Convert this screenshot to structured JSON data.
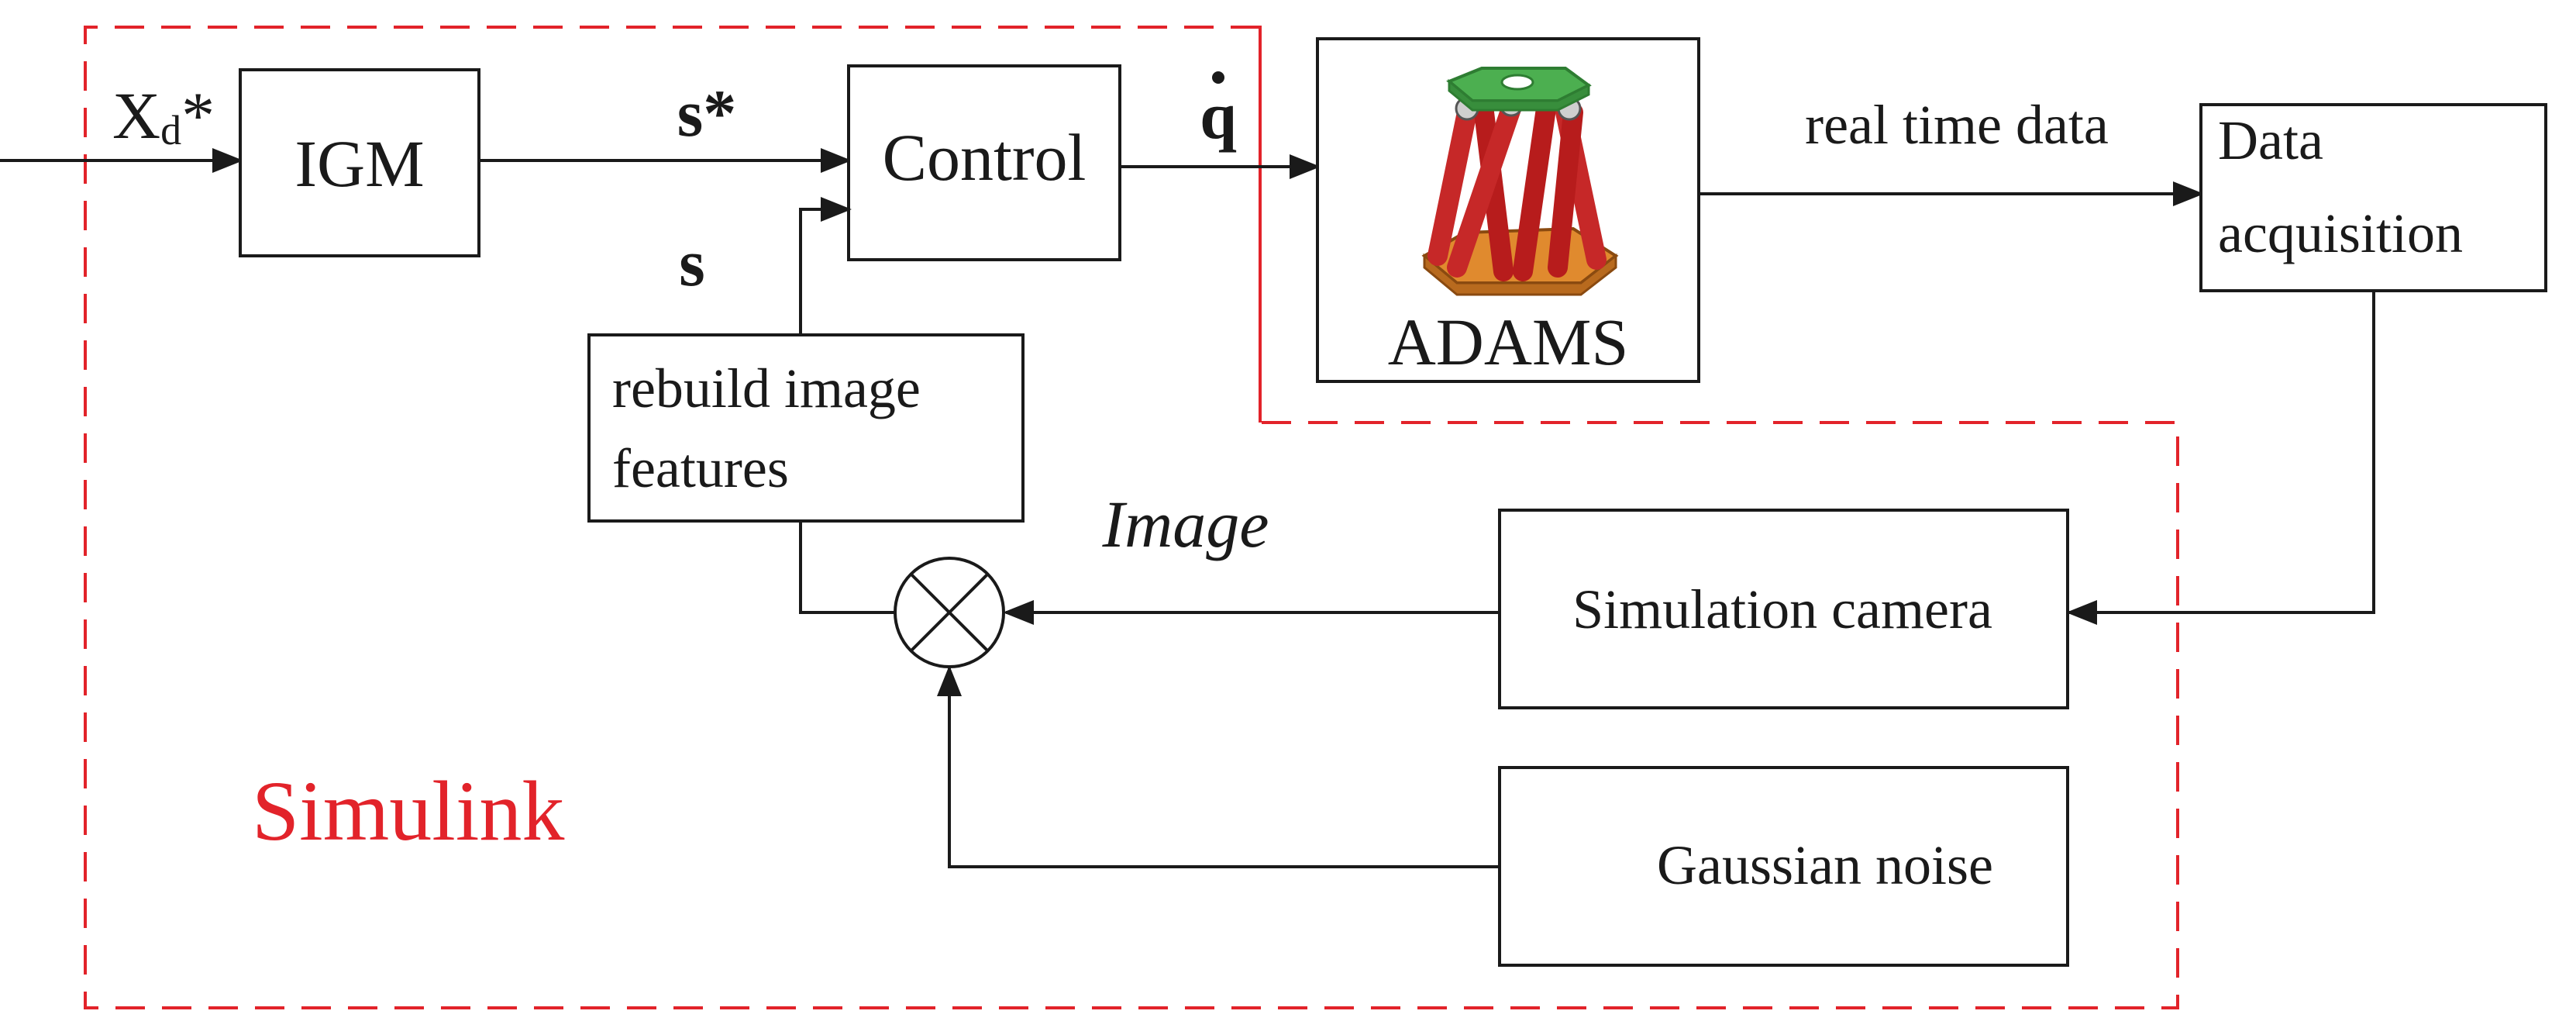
{
  "blocks": {
    "igm": "IGM",
    "control": "Control",
    "adams": "ADAMS",
    "data_acquisition": [
      "Data",
      "acquisition"
    ],
    "rebuild": [
      "rebuild image",
      "features"
    ],
    "camera": "Simulation camera",
    "noise": "Gaussian noise"
  },
  "signals": {
    "input_main": "X",
    "input_sub": "d",
    "input_star": "*",
    "s_star": "s*",
    "s": "s",
    "qdot": "q",
    "real_time": "real time data",
    "image": "Image"
  },
  "regions": {
    "simulink": "Simulink"
  },
  "colors": {
    "line": "#1a1a1a",
    "simulink_region": "#e2232a",
    "platform_top": "#4caf50",
    "legs": "#c62828",
    "platform_base": "#e08a2e"
  },
  "icons": {
    "summing_junction": "circle-with-x-icon",
    "robot": "hexapod-robot-icon"
  }
}
